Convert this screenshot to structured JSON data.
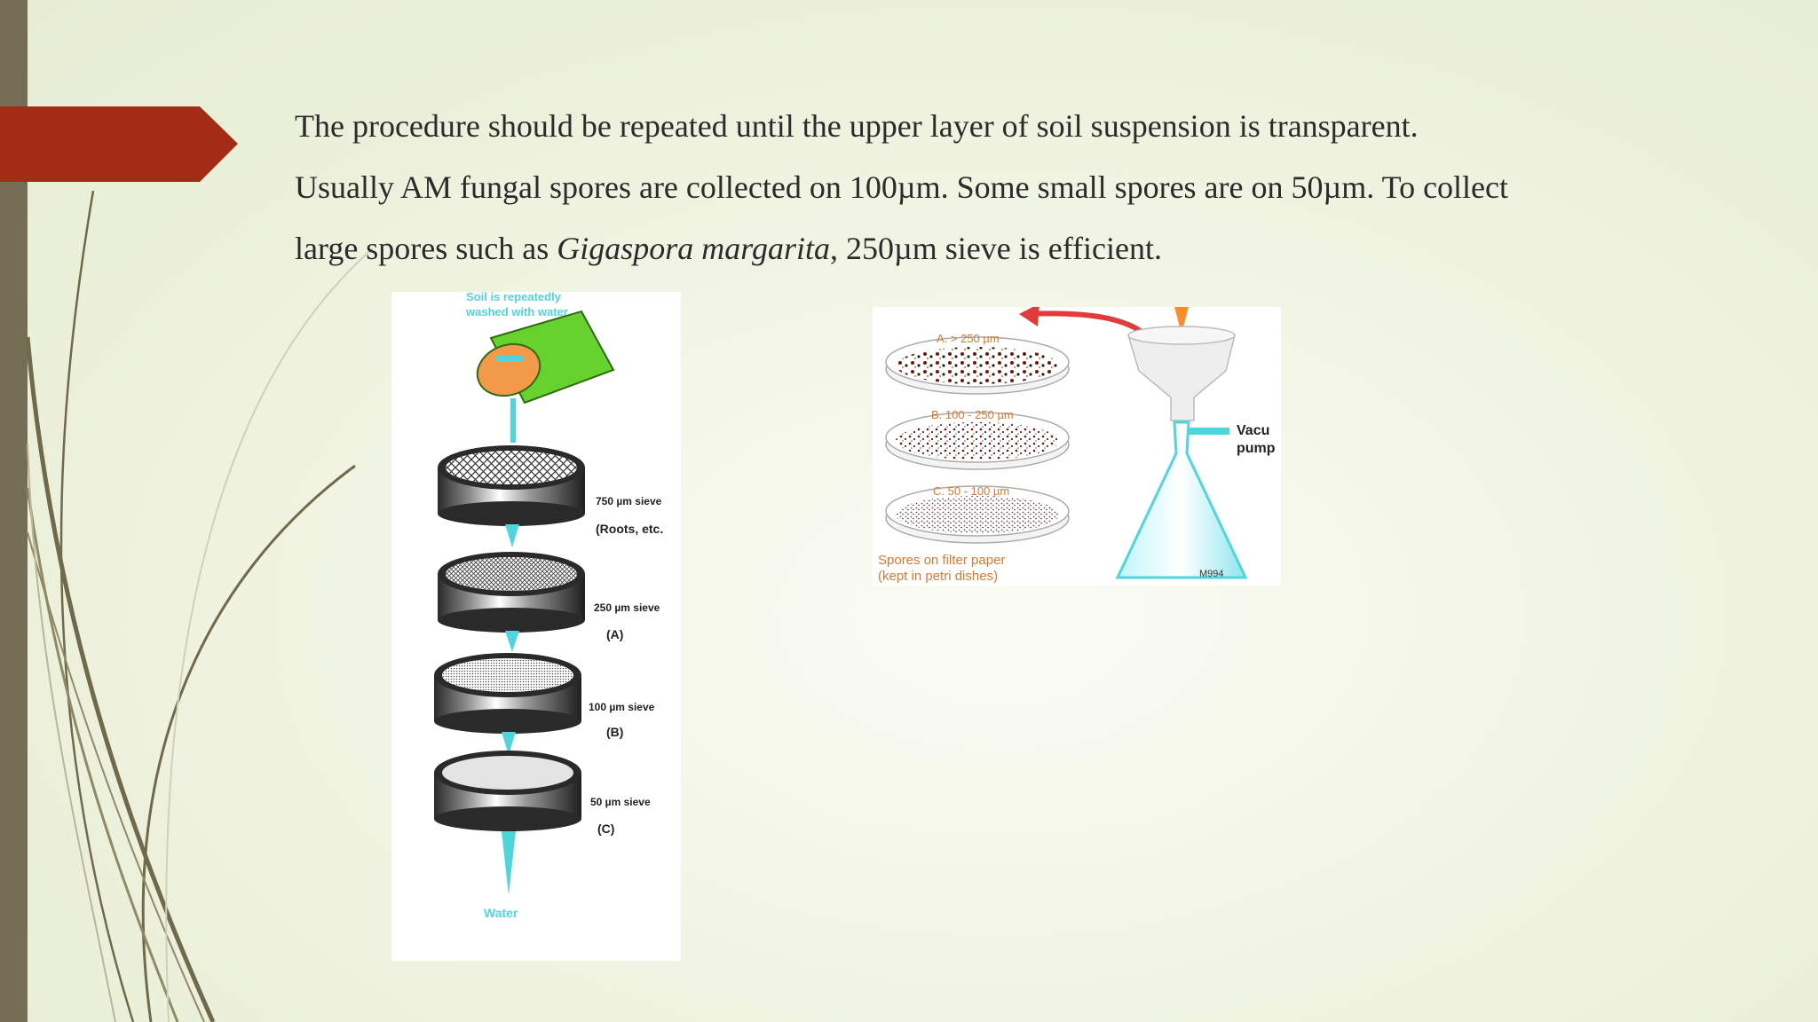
{
  "slide": {
    "paragraphs": [
      {
        "parts": [
          {
            "text": "The procedure should be repeated until the upper layer of soil suspension is transparent.",
            "italic": false
          }
        ]
      },
      {
        "parts": [
          {
            "text": "Usually AM fungal spores are collected on 100µm. Some small spores are on 50µm. To collect",
            "italic": false
          }
        ]
      },
      {
        "parts": [
          {
            "text": "large spores such as ",
            "italic": false
          },
          {
            "text": "Gigaspora margarita",
            "italic": true
          },
          {
            "text": ", 250µm sieve is efficient.",
            "italic": false
          }
        ]
      }
    ]
  },
  "sieve_figure": {
    "top_label_1": "Soil is repeatedly",
    "top_label_2": "washed with water",
    "sieves": [
      {
        "size": "750 µm sieve",
        "note": "(Roots, etc."
      },
      {
        "size": "250 µm sieve",
        "note": "(A)"
      },
      {
        "size": "100 µm sieve",
        "note": "(B)"
      },
      {
        "size": "50 µm sieve",
        "note": "(C)"
      }
    ],
    "bottom_label": "Water"
  },
  "filter_figure": {
    "dishes": [
      {
        "label": "A. > 250 µm"
      },
      {
        "label": "B. 100 - 250 µm"
      },
      {
        "label": "C. 50 - 100 µm"
      }
    ],
    "caption_1": "Spores on filter paper",
    "caption_2": "(kept in petri dishes)",
    "pump_label_1": "Vacu",
    "pump_label_2": "pump",
    "signature": "M994"
  },
  "colors": {
    "left_bar": "#766d55",
    "accent_tab": "#a32d14",
    "text": "#2b2b2b",
    "cyan_label": "#4fd6dc",
    "orange_label": "#d97a30",
    "red_arrow": "#e23b3b"
  }
}
